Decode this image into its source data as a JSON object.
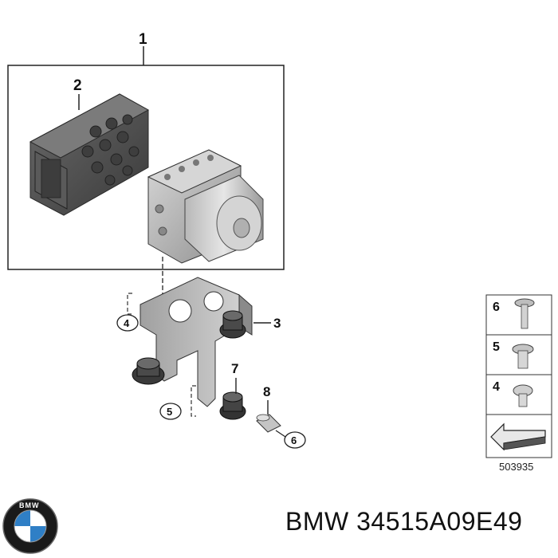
{
  "callouts": {
    "c1": "1",
    "c2": "2",
    "c3": "3",
    "c4": "4",
    "c5": "5",
    "c6": "6",
    "c7": "7",
    "c8": "8"
  },
  "legend": {
    "items": [
      "6",
      "5",
      "4"
    ]
  },
  "reference_number": "503935",
  "brand_logo_letters": "BMW",
  "caption": "BMW 34515A09E49",
  "colors": {
    "line": "#222222",
    "part_dark": "#4a4a4a",
    "part_mid": "#8a8a8a",
    "part_light": "#c8c8c8",
    "logo_blue": "#2f7fc6"
  }
}
